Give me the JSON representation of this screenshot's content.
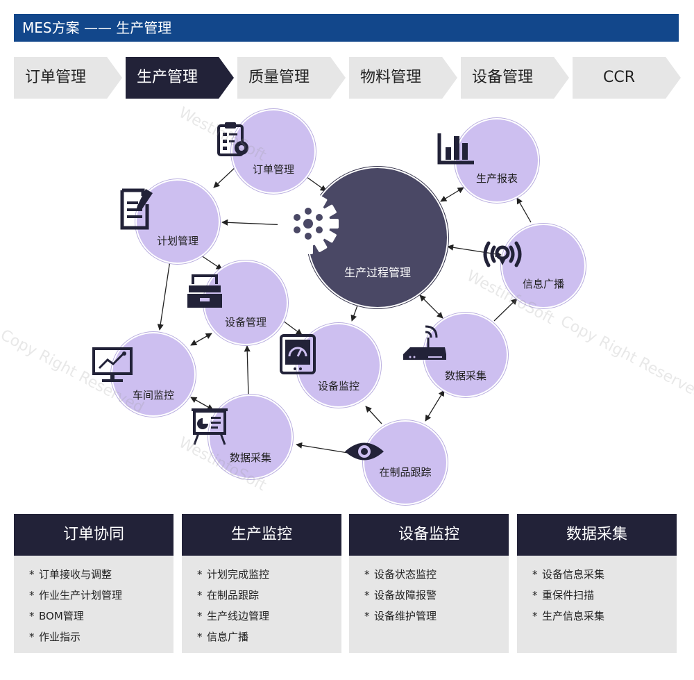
{
  "title": "MES方案 —— 生产管理",
  "steps": [
    {
      "label": "订单管理",
      "active": false
    },
    {
      "label": "生产管理",
      "active": true
    },
    {
      "label": "质量管理",
      "active": false
    },
    {
      "label": "物料管理",
      "active": false
    },
    {
      "label": "设备管理",
      "active": false
    },
    {
      "label": "CCR",
      "active": false
    }
  ],
  "diagram": {
    "core": "生产过程管理",
    "nodes": [
      {
        "id": "order",
        "label": "订单管理",
        "icon": "clipboard-gear-icon"
      },
      {
        "id": "plan",
        "label": "计划管理",
        "icon": "document-pen-icon"
      },
      {
        "id": "report",
        "label": "生产报表",
        "icon": "bar-chart-icon"
      },
      {
        "id": "broadcast",
        "label": "信息广播",
        "icon": "broadcast-icon"
      },
      {
        "id": "equipment",
        "label": "设备管理",
        "icon": "drawer-cabinet-icon"
      },
      {
        "id": "workshop",
        "label": "车间监控",
        "icon": "monitor-trend-icon"
      },
      {
        "id": "device_monitor",
        "label": "设备监控",
        "icon": "gauge-tablet-icon"
      },
      {
        "id": "data_collect_router",
        "label": "数据采集",
        "icon": "wifi-router-icon"
      },
      {
        "id": "data_collect_board",
        "label": "数据采集",
        "icon": "presentation-board-icon"
      },
      {
        "id": "wip",
        "label": "在制品跟踪",
        "icon": "eye-icon"
      }
    ]
  },
  "cards": [
    {
      "title": "订单协同",
      "items": [
        "订单接收与调整",
        "作业生产计划管理",
        "BOM管理",
        "作业指示"
      ]
    },
    {
      "title": "生产监控",
      "items": [
        "计划完成监控",
        "在制品跟踪",
        "生产线边管理",
        "信息广播"
      ]
    },
    {
      "title": "设备监控",
      "items": [
        "设备状态监控",
        "设备故障报警",
        "设备维护管理"
      ]
    },
    {
      "title": "数据采集",
      "items": [
        "设备信息采集",
        "重保件扫描",
        "生产信息采集"
      ]
    }
  ],
  "watermarks": [
    "Copy Right Reserved",
    "WestinfoSoft"
  ],
  "colors": {
    "title_bar": "#12478b",
    "active_step": "#222238",
    "node_fill": "#cdbff0",
    "core_fill": "#4a4865",
    "card_bg": "#e6e6e6"
  }
}
